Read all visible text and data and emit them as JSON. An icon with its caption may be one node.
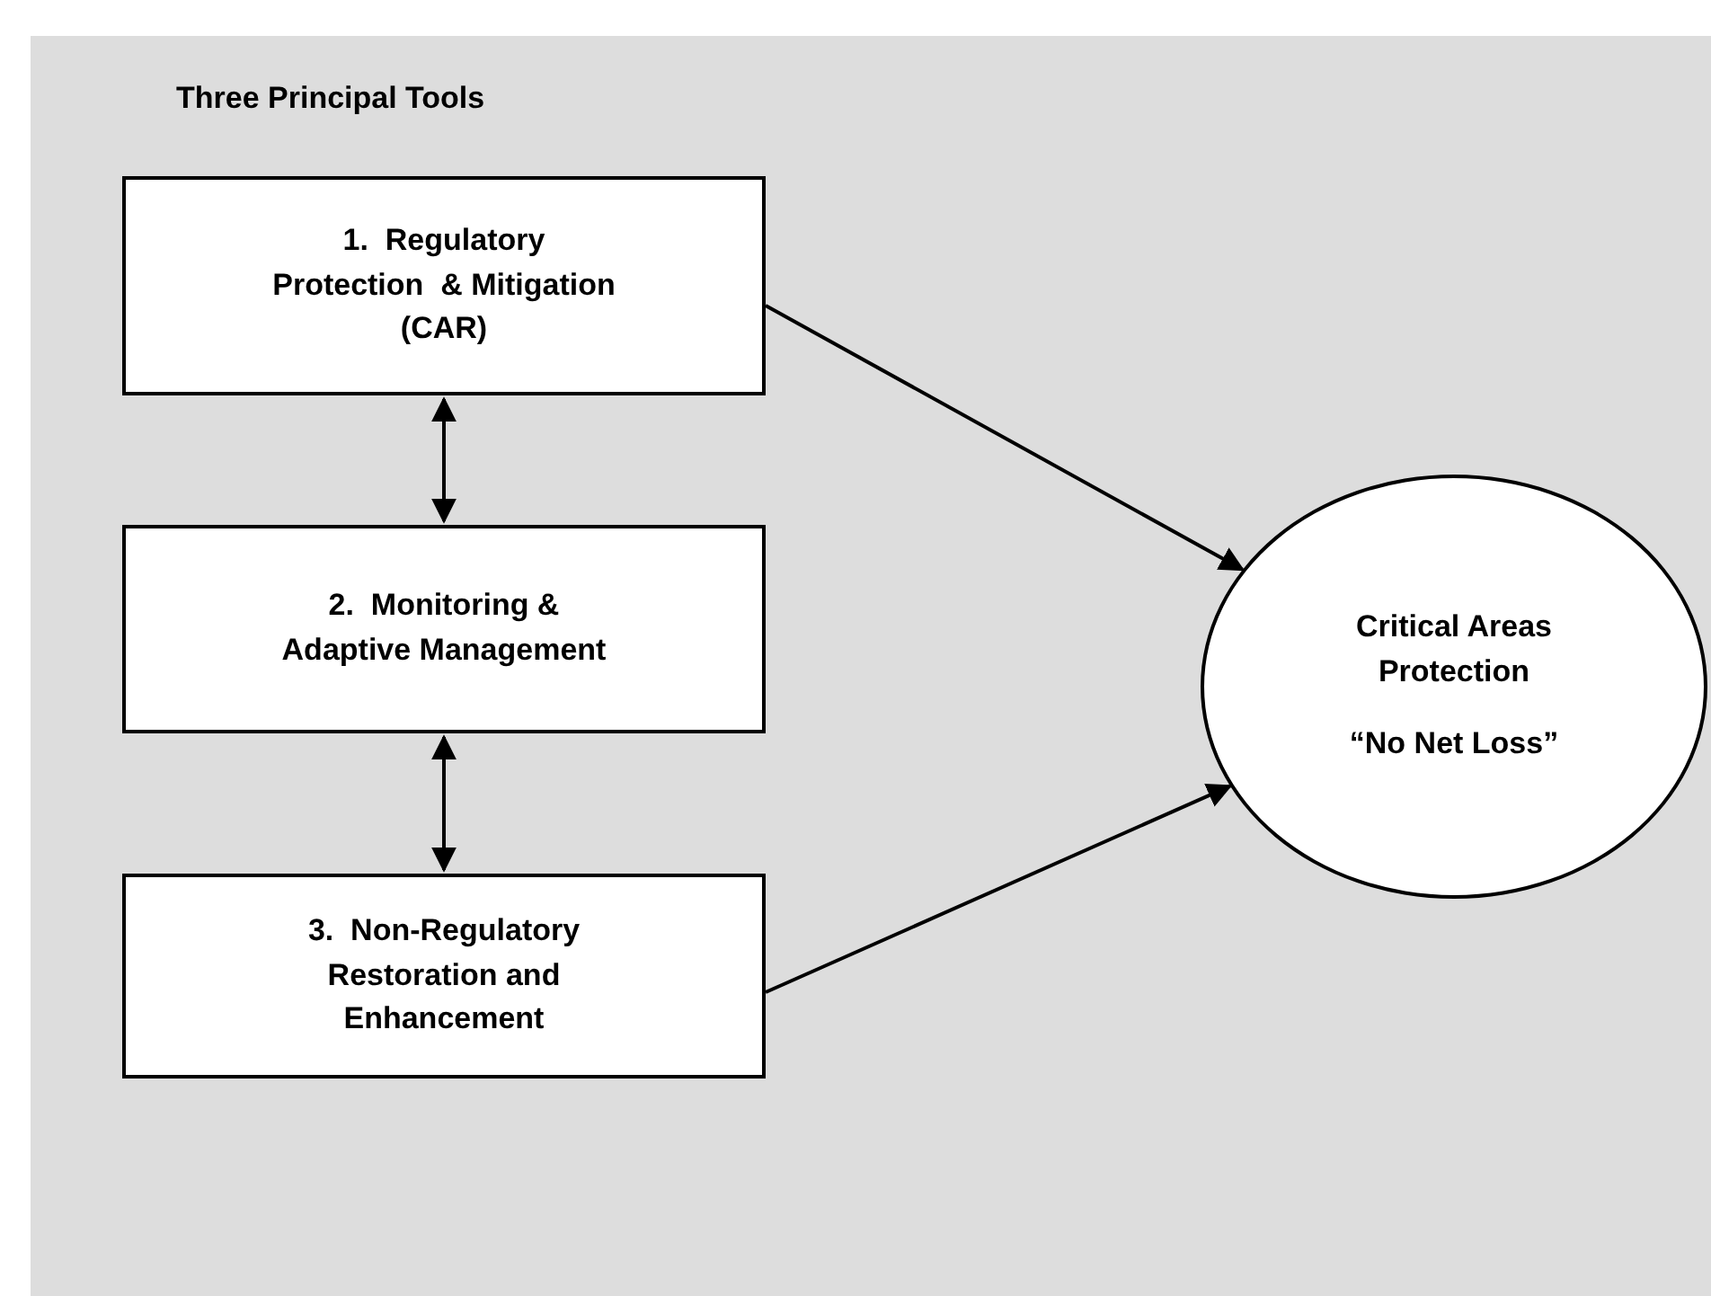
{
  "diagram": {
    "title": "Three Principal Tools",
    "nodes": [
      {
        "text": [
          "1.  Regulatory Protection  & Mitigation (CAR)"
        ]
      },
      {
        "text": [
          "2.  Monitoring & Adaptive Management"
        ]
      },
      {
        "text": [
          "3.  Non-Regulatory Restoration and Enhancement"
        ]
      },
      {
        "text": [
          "Critical Areas Protection",
          "“No Net Loss”"
        ]
      }
    ],
    "edges": [
      {
        "from": 0,
        "to": 3,
        "arrow": "to"
      },
      {
        "from": 0,
        "to": 1,
        "arrow": "both"
      },
      {
        "from": 1,
        "to": 2,
        "arrow": "both"
      },
      {
        "from": 2,
        "to": 3,
        "arrow": "to"
      }
    ]
  }
}
